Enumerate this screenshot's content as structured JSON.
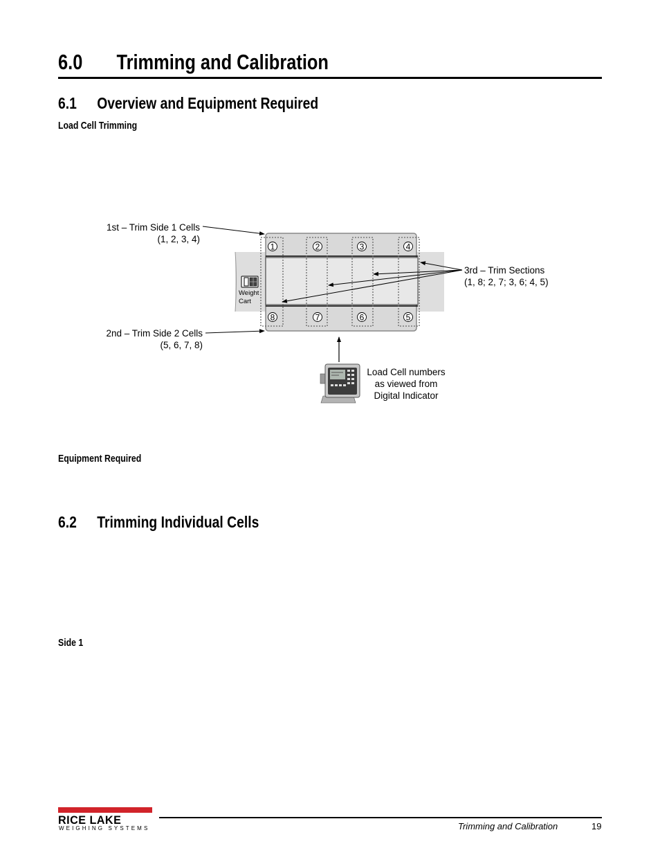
{
  "heading": {
    "number": "6.0",
    "title": "Trimming and Calibration"
  },
  "section_61": {
    "number": "6.1",
    "title": "Overview and Equipment Required"
  },
  "sub_load_cell": "Load Cell Trimming",
  "diagram": {
    "label_side1_line1": "1st – Trim Side 1 Cells",
    "label_side1_line2": "(1, 2, 3, 4)",
    "label_side2_line1": "2nd – Trim Side 2 Cells",
    "label_side2_line2": "(5, 6, 7, 8)",
    "label_sections_line1": "3rd – Trim Sections",
    "label_sections_line2": "(1, 8;  2, 7;  3, 6;  4, 5)",
    "cart_line1": "Weight",
    "cart_line2": "Cart",
    "indicator_line1": "Load Cell numbers",
    "indicator_line2": "as viewed from",
    "indicator_line3": "Digital Indicator",
    "cells_top": [
      "1",
      "2",
      "3",
      "4"
    ],
    "cells_bottom": [
      "8",
      "7",
      "6",
      "5"
    ]
  },
  "sub_equipment": "Equipment Required",
  "section_62": {
    "number": "6.2",
    "title": "Trimming Individual Cells"
  },
  "sub_side1": "Side 1",
  "footer": {
    "logo_name": "RICE LAKE",
    "logo_sub": "WEIGHING SYSTEMS",
    "brand_color": "#d1232a",
    "title": "Trimming and Calibration",
    "page": "19"
  }
}
